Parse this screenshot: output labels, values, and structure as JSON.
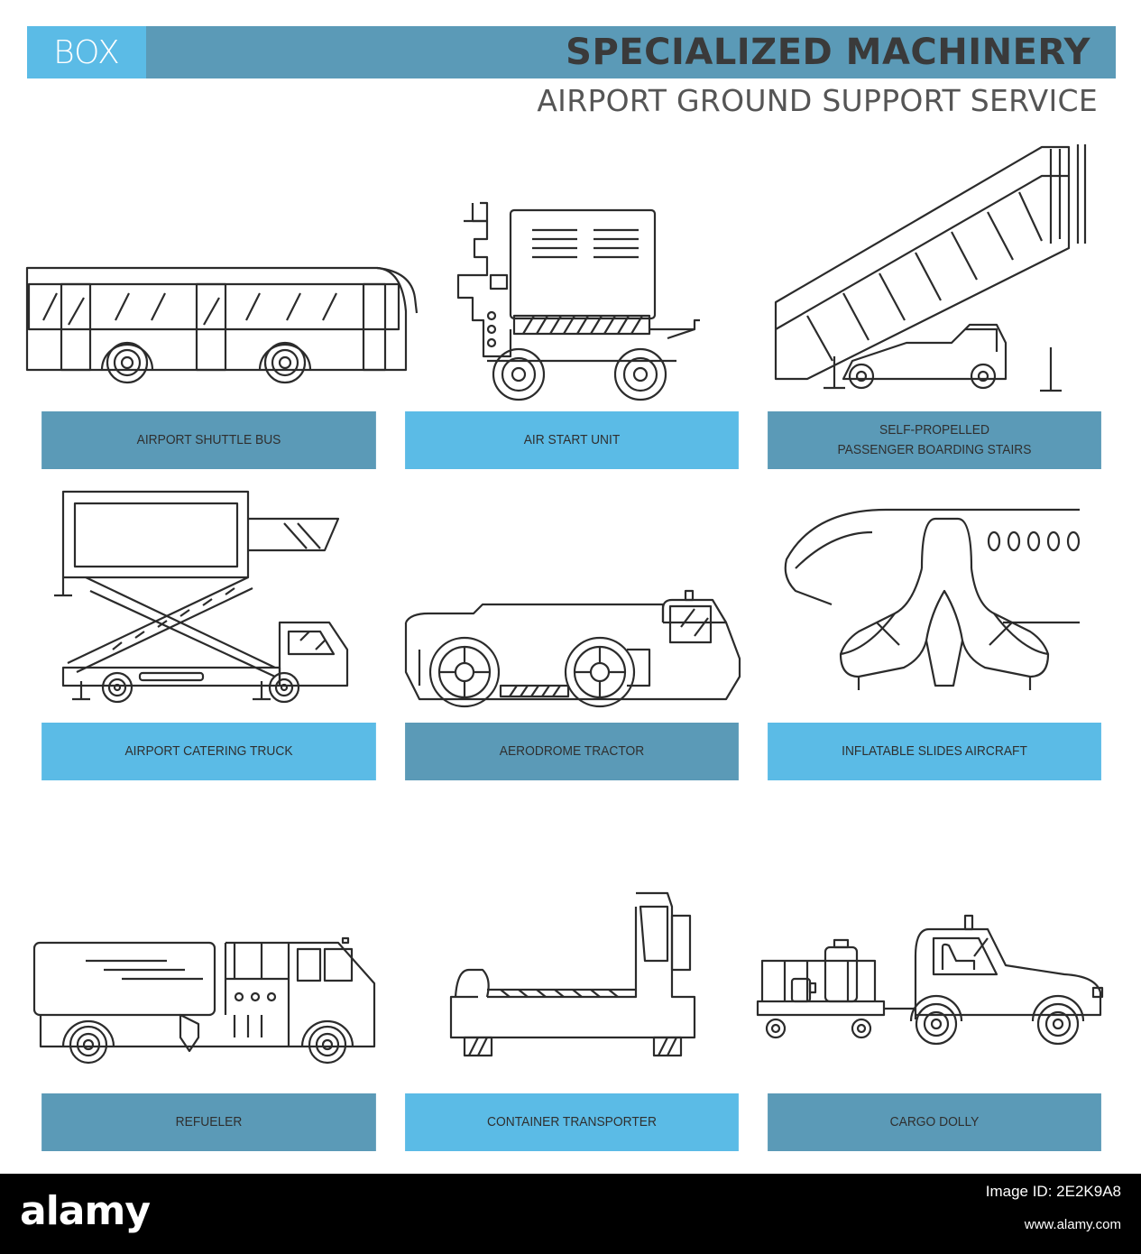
{
  "header": {
    "box_label": "BOX",
    "title": "SPECIALIZED MACHINERY",
    "subtitle": "AIRPORT GROUND SUPPORT SERVICE"
  },
  "items": [
    {
      "label": "AIRPORT SHUTTLE BUS"
    },
    {
      "label": "AIR START UNIT"
    },
    {
      "label": "SELF-PROPELLED",
      "label2": "PASSENGER BOARDING STAIRS"
    },
    {
      "label": "AIRPORT CATERING TRUCK"
    },
    {
      "label": "AERODROME TRACTOR"
    },
    {
      "label": "INFLATABLE SLIDES AIRCRAFT"
    },
    {
      "label": "REFUELER"
    },
    {
      "label": "CONTAINER TRANSPORTER"
    },
    {
      "label": "CARGO DOLLY"
    }
  ],
  "colors": {
    "light_blue": "#5bbbe6",
    "steel_blue": "#5b9ab7",
    "line": "#2b2b2b"
  },
  "watermark": {
    "logo": "alamy",
    "image_id": "Image ID: 2E2K9A8",
    "url": "www.alamy.com"
  }
}
